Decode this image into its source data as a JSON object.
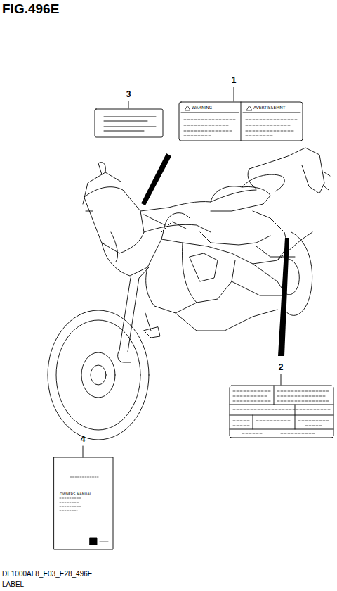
{
  "diagram": {
    "title": "FIG.496E",
    "caption": "DL1000AL8_E03_E28_496E",
    "nodes": [
      {
        "text": [
          "WARNING",
          "AVERTISSEMNT"
        ]
      },
      {
        "text": [
          "OWNERS MANUAL"
        ]
      }
    ],
    "labels": [
      "1",
      "2",
      "3",
      "4",
      "LABEL"
    ]
  }
}
